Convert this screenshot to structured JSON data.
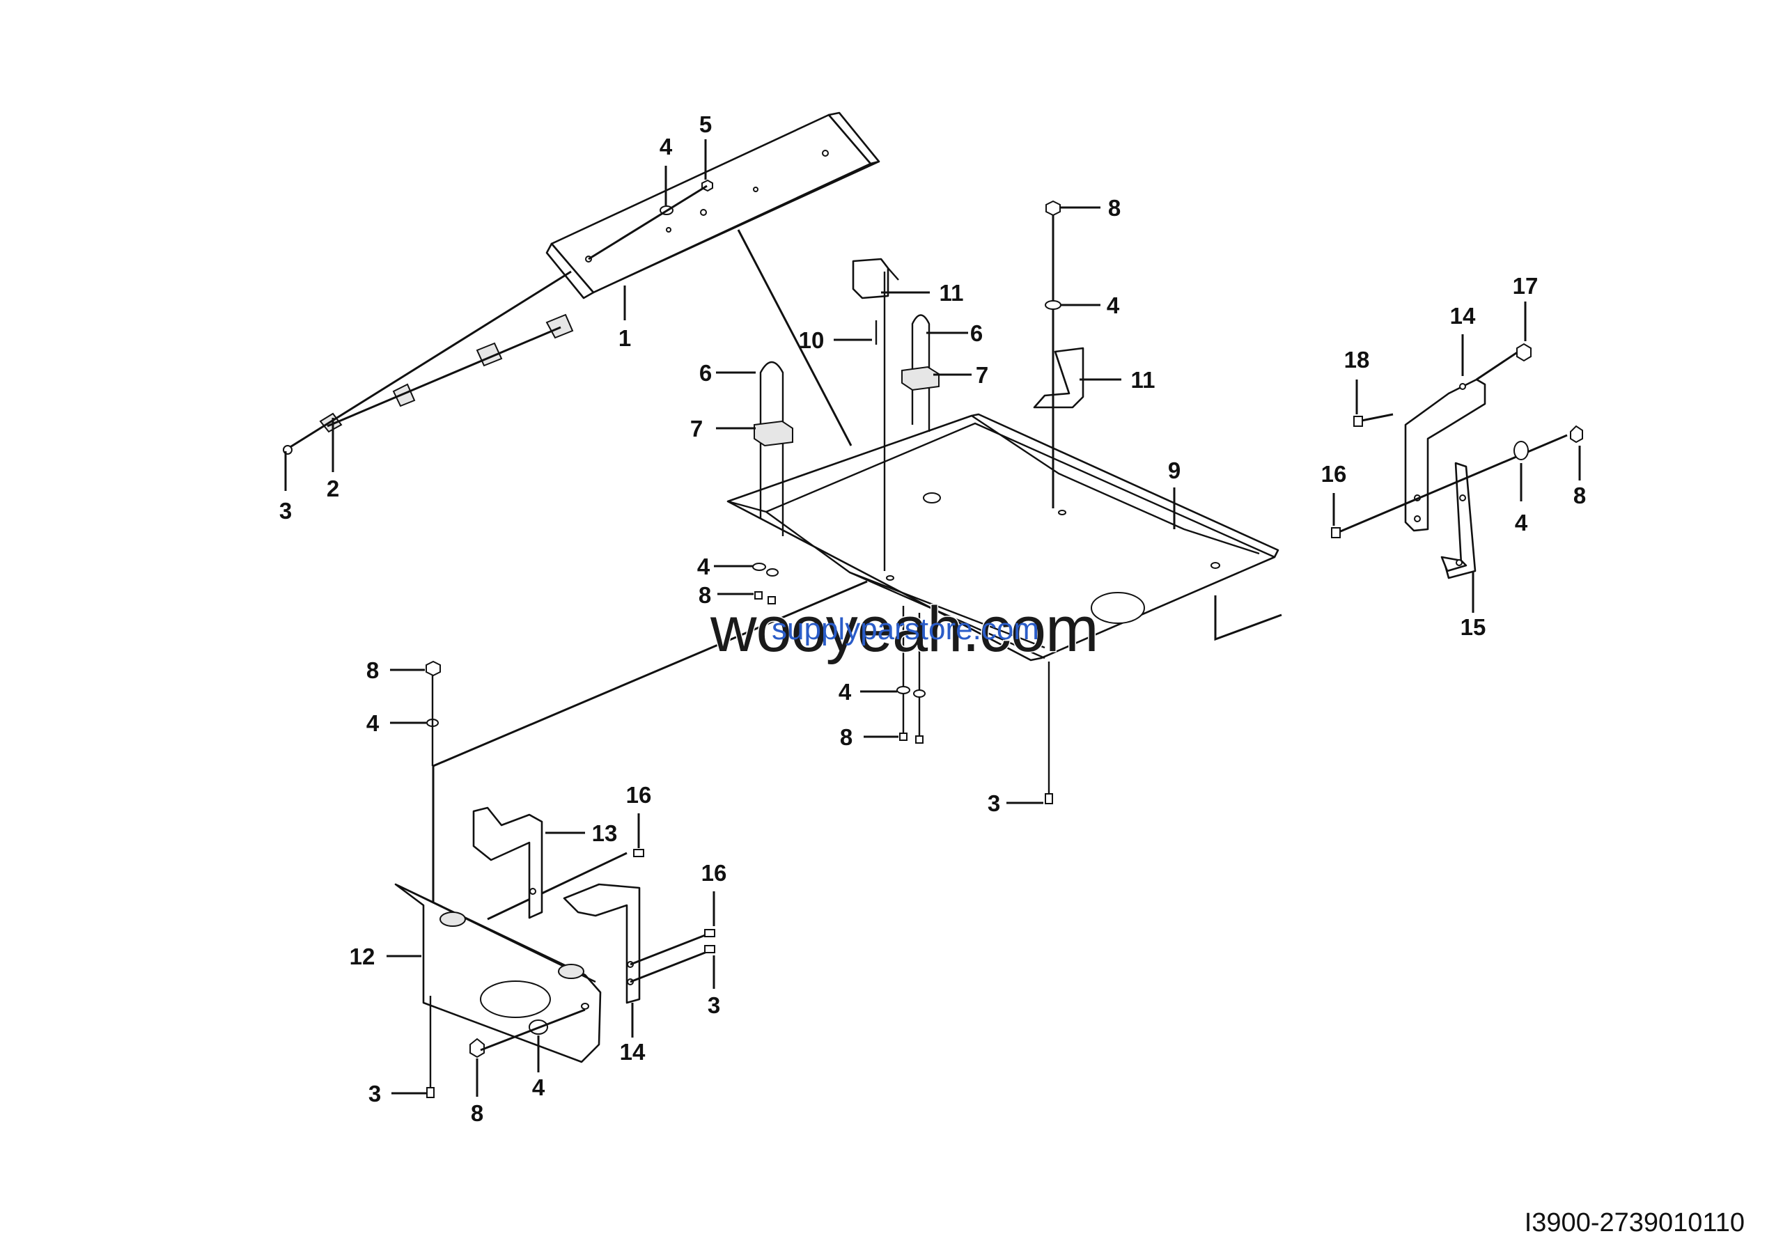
{
  "diagram": {
    "reference_code": "I3900-2739010110",
    "watermark_primary": "wooyeah.com",
    "watermark_secondary": "supplyparstore.com",
    "callouts": [
      {
        "id": "c1",
        "label": "1"
      },
      {
        "id": "c2",
        "label": "2"
      },
      {
        "id": "c3a",
        "label": "3"
      },
      {
        "id": "c4a",
        "label": "4"
      },
      {
        "id": "c5",
        "label": "5"
      },
      {
        "id": "c11a",
        "label": "11"
      },
      {
        "id": "c10",
        "label": "10"
      },
      {
        "id": "c6a",
        "label": "6"
      },
      {
        "id": "c7a",
        "label": "7"
      },
      {
        "id": "c6b",
        "label": "6"
      },
      {
        "id": "c7b",
        "label": "7"
      },
      {
        "id": "c8a",
        "label": "8"
      },
      {
        "id": "c4b",
        "label": "4"
      },
      {
        "id": "c11b",
        "label": "11"
      },
      {
        "id": "c9",
        "label": "9"
      },
      {
        "id": "c4c",
        "label": "4"
      },
      {
        "id": "c8b",
        "label": "8"
      },
      {
        "id": "c17",
        "label": "17"
      },
      {
        "id": "c14a",
        "label": "14"
      },
      {
        "id": "c18",
        "label": "18"
      },
      {
        "id": "c16a",
        "label": "16"
      },
      {
        "id": "c8c",
        "label": "8"
      },
      {
        "id": "c4d",
        "label": "4"
      },
      {
        "id": "c15",
        "label": "15"
      },
      {
        "id": "c8d",
        "label": "8"
      },
      {
        "id": "c4e",
        "label": "4"
      },
      {
        "id": "c4f",
        "label": "4"
      },
      {
        "id": "c8e",
        "label": "8"
      },
      {
        "id": "c3b",
        "label": "3"
      },
      {
        "id": "c16b",
        "label": "16"
      },
      {
        "id": "c13",
        "label": "13"
      },
      {
        "id": "c16c",
        "label": "16"
      },
      {
        "id": "c12",
        "label": "12"
      },
      {
        "id": "c3c",
        "label": "3"
      },
      {
        "id": "c14b",
        "label": "14"
      },
      {
        "id": "c3d",
        "label": "3"
      },
      {
        "id": "c4g",
        "label": "4"
      },
      {
        "id": "c8f",
        "label": "8"
      }
    ]
  }
}
